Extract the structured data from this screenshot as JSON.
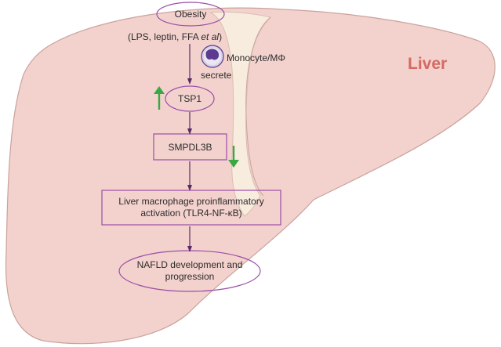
{
  "title": "Liver",
  "nodes": {
    "obesity": "Obesity",
    "factors_prefix": "(LPS, leptin, FFA ",
    "factors_italic": "et al",
    "factors_suffix": ")",
    "monocyte": "Monocyte/MΦ",
    "secrete": "secrete",
    "tsp1": "TSP1",
    "smpdl3b": "SMPDL3B",
    "macrophage_line1": "Liver macrophage proinflammatory",
    "macrophage_line2": "activation (TLR4-NF-κB)",
    "nafld_line1": "NAFLD development and",
    "nafld_line2": "progression"
  },
  "colors": {
    "liver_fill": "#f3d2cd",
    "liver_stroke": "#c9a29c",
    "ligament_fill": "#f8ecdf",
    "node_border": "#9b4ea8",
    "arrow": "#5b2a66",
    "up_arrow": "#3aa845",
    "down_arrow": "#3aa845",
    "cell_nucleus": "#5c3a8f",
    "liver_label": "#d46a63"
  },
  "indicators": {
    "tsp1_change": "up-arrow-icon",
    "smpdl3b_change": "down-arrow-icon"
  }
}
